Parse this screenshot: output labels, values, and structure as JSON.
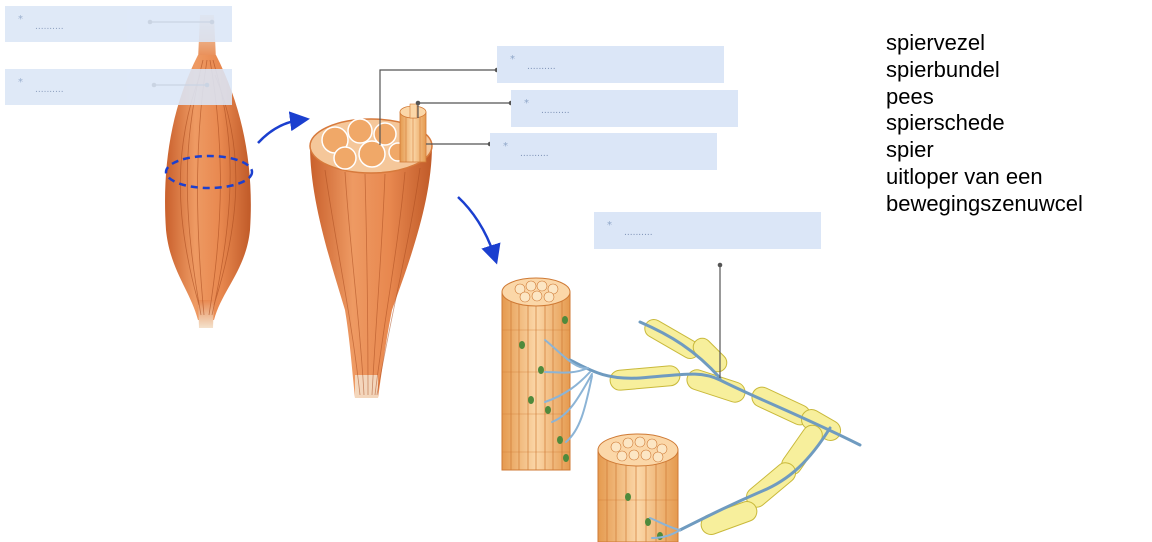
{
  "answer_boxes": [
    {
      "id": "box-1",
      "star": "*",
      "dots": "..........",
      "value": ""
    },
    {
      "id": "box-2",
      "star": "*",
      "dots": "..........",
      "value": ""
    },
    {
      "id": "box-3",
      "star": "*",
      "dots": "..........",
      "value": ""
    },
    {
      "id": "box-4",
      "star": "*",
      "dots": "..........",
      "value": ""
    },
    {
      "id": "box-5",
      "star": "*",
      "dots": "..........",
      "value": ""
    },
    {
      "id": "box-6",
      "star": "*",
      "dots": "..........",
      "value": ""
    }
  ],
  "word_list": [
    "spiervezel",
    "spierbundel",
    "pees",
    "spierschede",
    "spier",
    "uitloper van een",
    "bewegingszenuwcel"
  ],
  "colors": {
    "muscle": "#e8884f",
    "muscle_dark": "#c9602c",
    "tendon": "#f2dcc4",
    "fiber": "#f6b26b",
    "fiber_light": "#fbd7a8",
    "nerve": "#7fa8c9",
    "myelin": "#f7ef9c",
    "arrow": "#1b3fcf",
    "box": "#dbe6f7"
  }
}
